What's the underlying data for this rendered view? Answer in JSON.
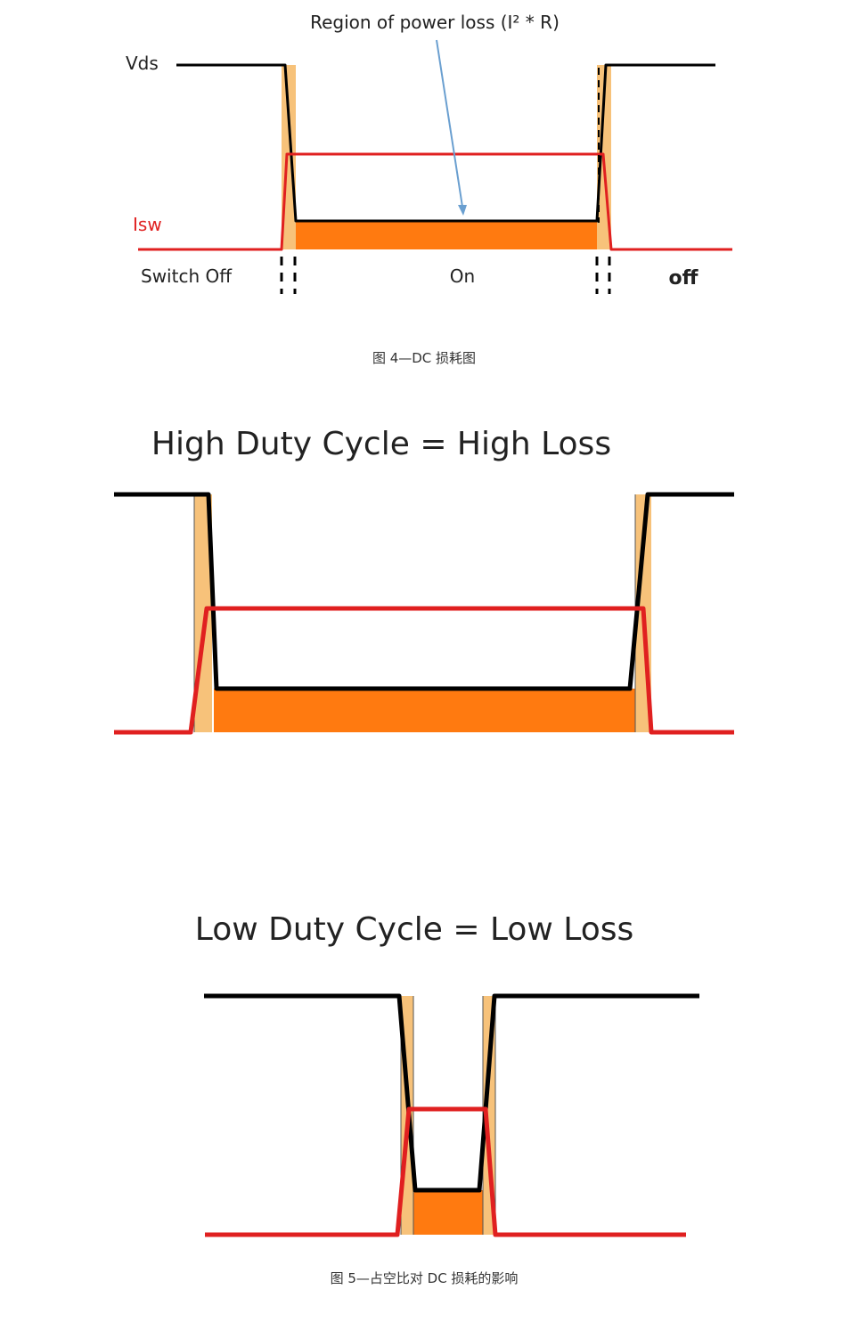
{
  "colors": {
    "vds": "#000000",
    "isw": "#e02020",
    "loss_fill": "#ff7a10",
    "transition_fill": "#f7c27a",
    "arrow": "#6a9fd0",
    "label_isw": "#e02020"
  },
  "fig4": {
    "annotation": "Region of power loss (I² * R)",
    "label_vds": "Vds",
    "label_isw": "Isw",
    "label_switch_off": "Switch Off",
    "label_on": "On",
    "label_off": "off",
    "caption": "图 4—DC 损耗图"
  },
  "fig5": {
    "high_title": "High Duty Cycle = High Loss",
    "low_title": "Low Duty Cycle = Low Loss",
    "caption": "图 5—占空比对 DC 损耗的影响"
  }
}
